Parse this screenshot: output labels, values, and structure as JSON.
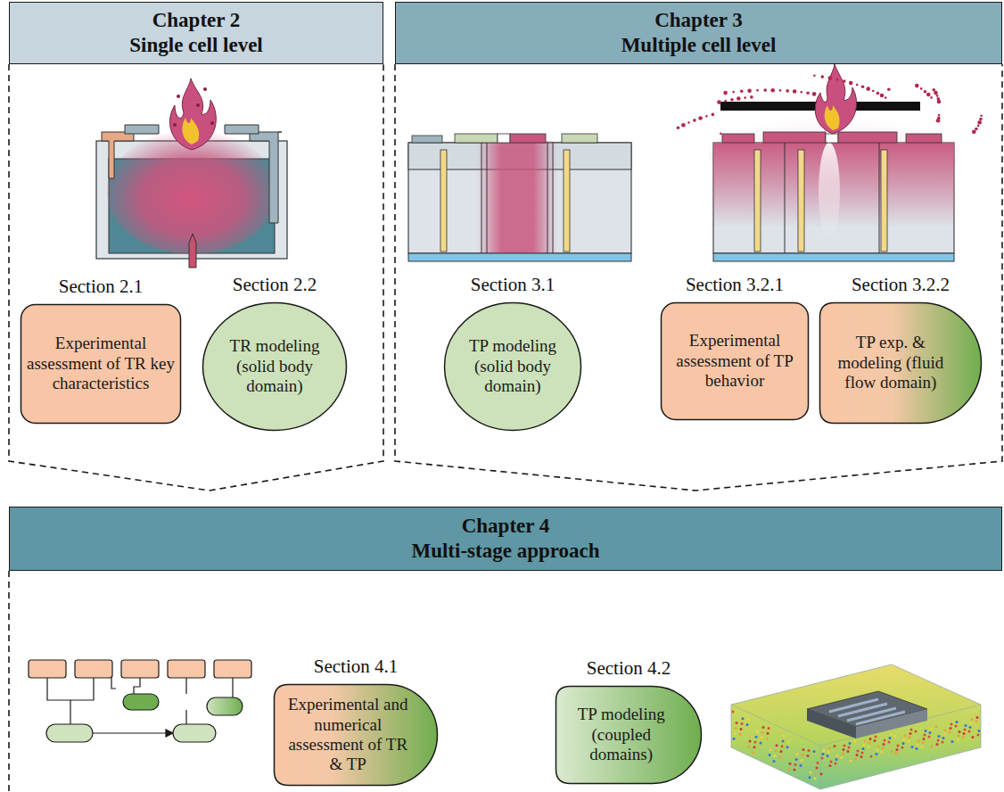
{
  "diagram": {
    "nodes": [
      {
        "text": [
          "Chapter 2",
          "Single cell level"
        ]
      },
      {
        "text": [
          "Section 2.1",
          "Experimental assessment of TR key characteristics"
        ],
        "in": 0
      },
      {
        "text": [
          "Section 2.2",
          "TR modeling (solid body domain)"
        ],
        "in": 0
      },
      {
        "text": [
          "Chapter 3",
          "Multiple cell level"
        ]
      },
      {
        "text": [
          "Section 3.1",
          "TP modeling (solid body domain)"
        ],
        "in": 3
      },
      {
        "text": [
          "Section 3.2.1",
          "Experimental assessment of TP behavior"
        ],
        "in": 3
      },
      {
        "text": [
          "Section 3.2.2",
          "TP exp. & modeling (fluid flow domain)"
        ],
        "in": 3
      },
      {
        "text": [
          "Chapter 4",
          "Multi-stage approach"
        ]
      },
      {
        "text": [
          "Section 4.1",
          "Experimental and numerical assessment of TR & TP"
        ],
        "in": 7
      },
      {
        "text": [
          "Section 4.2",
          "TP modeling (coupled domains)"
        ],
        "in": 7
      }
    ]
  }
}
